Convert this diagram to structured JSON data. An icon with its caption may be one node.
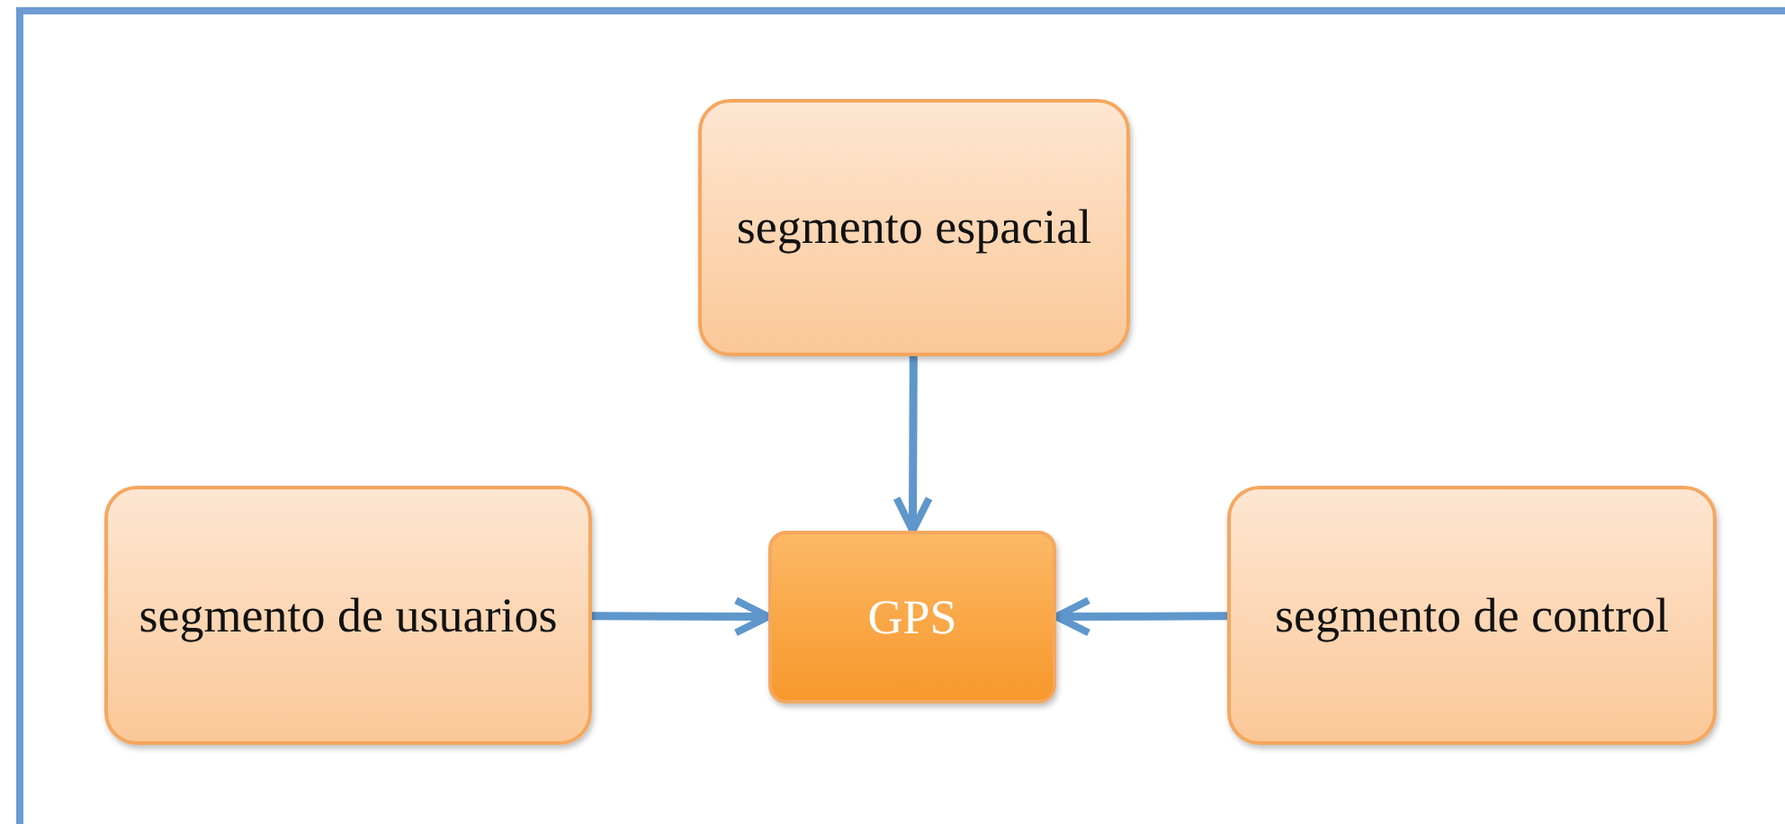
{
  "diagram": {
    "nodes": [
      {
        "text": [
          "segmento espacial"
        ]
      },
      {
        "text": [
          "segmento de usuarios"
        ]
      },
      {
        "text": [
          "GPS"
        ]
      },
      {
        "text": [
          "segmento de control"
        ]
      }
    ],
    "edges": [
      {
        "from": 0,
        "to": 2,
        "arrow": "to"
      },
      {
        "from": 1,
        "to": 2,
        "arrow": "to"
      },
      {
        "from": 3,
        "to": 2,
        "arrow": "to"
      }
    ]
  }
}
